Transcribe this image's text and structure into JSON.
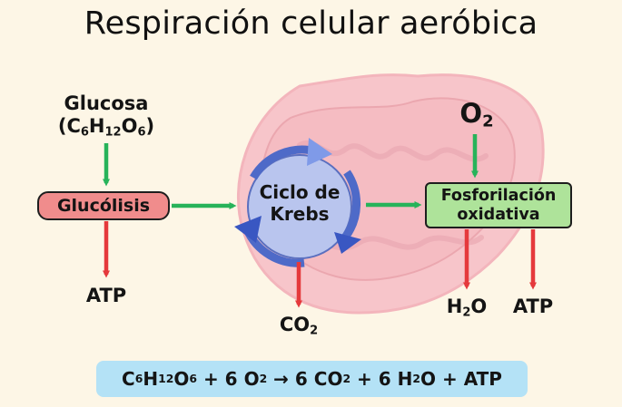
{
  "title": "Respiración celular aeróbica",
  "inputs": {
    "glucose_name": "Glucosa",
    "glucose_formula": {
      "open": "(C",
      "c": "6",
      "h": "H",
      "hn": "12",
      "o": "O",
      "on": "6",
      "close": ")"
    },
    "oxygen": {
      "symbol": "O",
      "sub": "2"
    }
  },
  "stages": {
    "glycolysis": "Glucólisis",
    "krebs_line1": "Ciclo de",
    "krebs_line2": "Krebs",
    "oxphos_line1": "Fosforilación",
    "oxphos_line2": "oxidativa"
  },
  "outputs": {
    "atp_glycolysis": "ATP",
    "co2": {
      "symbol": "CO",
      "sub": "2"
    },
    "water": {
      "h": "H",
      "sub": "2",
      "o": "O"
    },
    "atp_oxphos": "ATP"
  },
  "equation": {
    "c": "C",
    "c_n": "6",
    "h": "H",
    "h_n": "12",
    "o": "O",
    "o_n": "6",
    "plus_o2": " + 6 O",
    "o2_n": "2",
    "arrow_co2": " → 6 CO",
    "co2_n": "2",
    "plus_h2o": " + 6 H",
    "h2o_n": "2",
    "tail": "O + ATP"
  },
  "colors": {
    "background": "#fdf6e6",
    "input_arrow": "#27b35a",
    "output_arrow": "#e5393c",
    "glycolysis_box": "#f08c8c",
    "oxphos_box": "#aee39a",
    "krebs_circle": "#b9c5ee",
    "cycle_arrows": "#5b76cf",
    "equation_box": "#b4e2f6",
    "mitochondrion": "#f8c5cb"
  }
}
